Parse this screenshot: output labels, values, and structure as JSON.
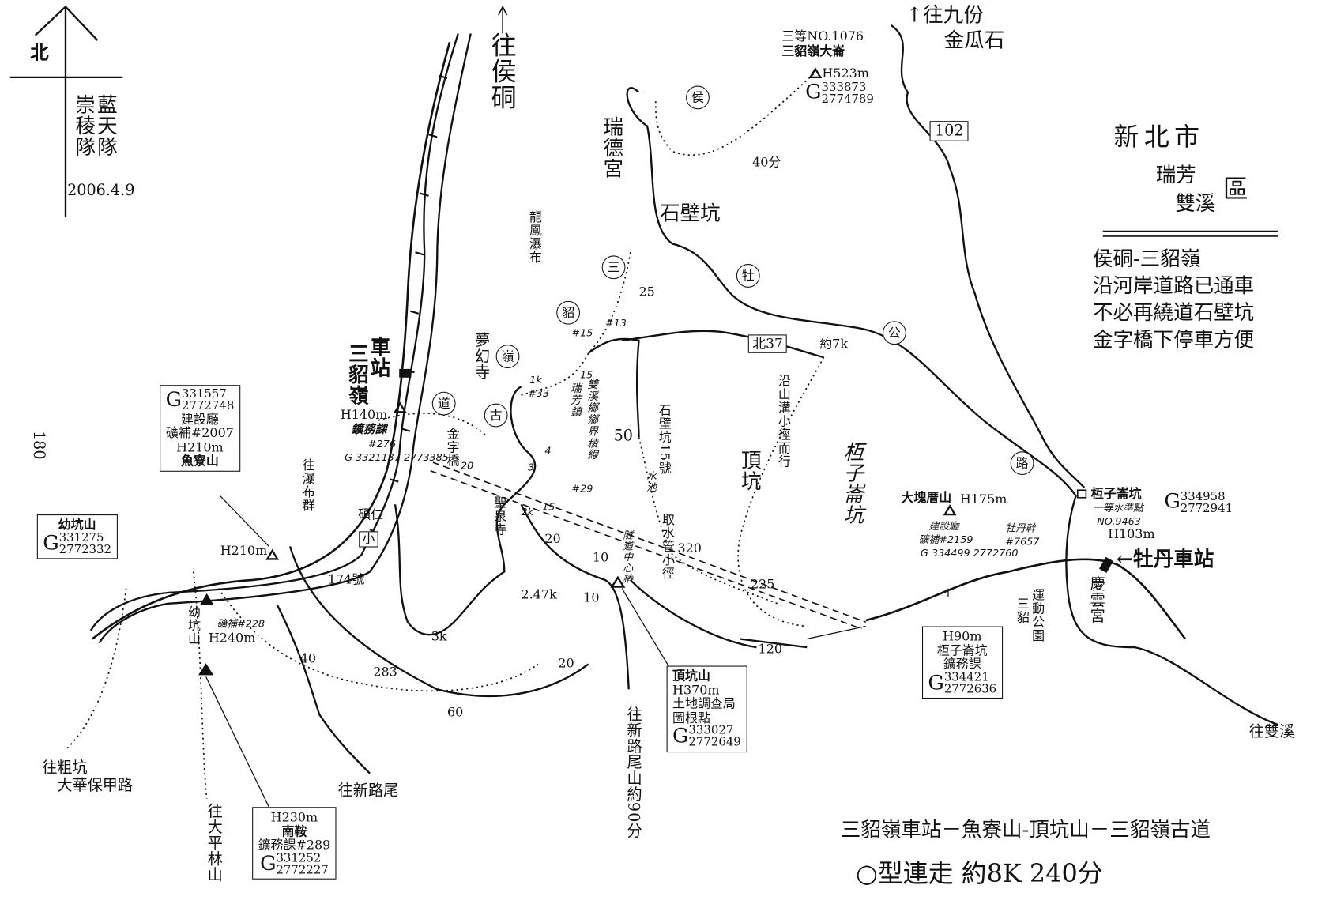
{
  "compass": {
    "north": "北"
  },
  "credits": {
    "team1": "藍天隊",
    "team2": "崇稜隊",
    "date": "2006.4.9"
  },
  "page_number": "180",
  "title": {
    "city": "新北市",
    "district_a": "瑞芳",
    "district_b": "雙溪",
    "district_suffix": "區"
  },
  "notes": [
    "侯硐-三貂嶺",
    "沿河岸道路已通車",
    "不必再繞道石壁坑",
    "金字橋下停車方便"
  ],
  "route": {
    "name": "三貂嶺車站－魚寮山-頂坑山－三貂嶺古道",
    "summary": "○型連走 約8K 240分"
  },
  "directions": {
    "houtong": "往侯硐",
    "jiufen": "↑往九份",
    "jinguashi": "金瓜石",
    "shuangxi": "往雙溪",
    "xinluwei_shan": "往新路尾山約90分",
    "xinluwei": "往新路尾",
    "dapinglin": "往大平林山",
    "cukeng_a": "往粗坑",
    "cukeng_b": "大華保甲路",
    "waterfalls": "往瀑布群"
  },
  "road_signs": {
    "r102": "102",
    "n37": "北37"
  },
  "stations": {
    "sandiaoling_a": "三貂嶺",
    "sandiaoling_b": "車站",
    "mudan": "←牡丹車站"
  },
  "peaks": {
    "dalun": {
      "grade": "三等NO.1076",
      "name": "三貂嶺大崙",
      "h": "H523m",
      "g": "G",
      "g1": "333873",
      "g2": "2774789"
    },
    "yuliao": {
      "g": "G",
      "g1": "331557",
      "g2": "2772748",
      "org": "建設廳",
      "mark": "礦補#2007",
      "h": "H210m",
      "name": "魚寮山"
    },
    "youkeng": {
      "name": "幼坑山",
      "g": "G",
      "g1": "331275",
      "g2": "2772332"
    },
    "nanan": {
      "h": "H230m",
      "name": "南鞍",
      "mark": "鑛務課#289",
      "g": "G",
      "g1": "331252",
      "g2": "2772227"
    },
    "dingkeng": {
      "name": "頂坑山",
      "h": "H370m",
      "org": "土地調查局",
      "mark": "圖根點",
      "g": "G",
      "g1": "333027",
      "g2": "2772649"
    },
    "gangzi": {
      "h": "H90m",
      "name": "枑子崙坑",
      "org": "鑛務課",
      "g": "G",
      "g1": "334421",
      "g2": "2772636"
    },
    "dakuai": {
      "name": "大塊厝山",
      "h": "H175m",
      "org": "建設廳",
      "mark": "礦補#2159",
      "g": "G",
      "g1": "334499",
      "g2": "2772760",
      "extra1": "牡丹幹",
      "extra2": "#7657"
    },
    "level": {
      "name": "枑子崙坑",
      "mark": "一等水準點",
      "no": "NO.9463",
      "h": "H103m",
      "g": "G",
      "g1": "334958",
      "g2": "2772941"
    },
    "h140": {
      "h": "H140m",
      "org": "鑛務課",
      "mark": "#276",
      "g": "G",
      "g1": "3321137",
      "g2": "2773385"
    }
  },
  "places": {
    "ruide": "瑞德宮",
    "shibikeng": "石壁坑",
    "longfeng": "龍鳳瀑布",
    "menghuan": "夢幻寺",
    "jinzi": "金字橋",
    "shengquan": "聖泉寺",
    "sbk15": "石壁坑15號",
    "trail": "沿山溝小徑而行",
    "dingkeng": "頂坑",
    "gangzi": "枑子崙坑",
    "qingyun": "慶雲宮",
    "park_a": "三貂",
    "park_b": "運動公園",
    "shuoren": "碩仁",
    "school": "小",
    "h210": "H210m",
    "no174": "174號",
    "youkeng": "幼坑山",
    "h240": "H240m",
    "pipe": "取水管小徑",
    "ridge_a": "瑞芳鎮",
    "ridge_b": "雙溪鄉鄉界稜線",
    "pond": "水池",
    "tunnel": "隧道中心樁",
    "minebu": "礦補#228",
    "yue7k": "約7k"
  },
  "circled": [
    "侯",
    "三",
    "貂",
    "嶺",
    "古",
    "道",
    "牡",
    "公",
    "路"
  ],
  "distances": {
    "d40min": "40分",
    "d25": "25",
    "d50": "50",
    "d320": "320",
    "d225": "225",
    "d120": "120",
    "d20a": "20",
    "d10a": "10",
    "d10b": "10",
    "d20b": "20",
    "d60": "60",
    "d40": "40",
    "d283": "283",
    "k2": "2k",
    "k3": "3k",
    "k247": "2.47k",
    "d15": "15",
    "d15b": "15",
    "d4": "4",
    "d3": "3",
    "d20c": "20",
    "n15": "#15",
    "n13": "#13",
    "n33": "#33",
    "n29": "#29",
    "k1": "1k"
  }
}
